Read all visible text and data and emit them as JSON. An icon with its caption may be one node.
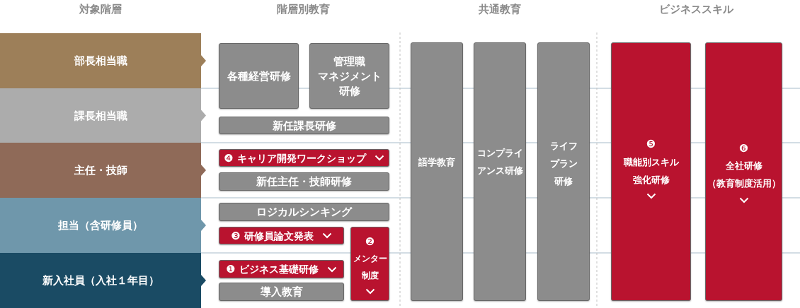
{
  "diagram": {
    "nodes": [
      {
        "text": [
          "部長相当職"
        ]
      },
      {
        "text": [
          "課長相当職"
        ]
      },
      {
        "text": [
          "主任・技師"
        ]
      },
      {
        "text": [
          "担当（含研修員）"
        ]
      },
      {
        "text": [
          "新入社員（入社１年目）"
        ]
      },
      {
        "text": [
          "各種経営研修"
        ]
      },
      {
        "text": [
          "管理職マネジメント研修"
        ]
      },
      {
        "text": [
          "新任課長研修"
        ]
      },
      {
        "text": [
          "❹",
          "キャリア開発ワークショップ"
        ]
      },
      {
        "text": [
          "新任主任・技師研修"
        ]
      },
      {
        "text": [
          "ロジカルシンキング"
        ]
      },
      {
        "text": [
          "❸",
          "研修員論文発表"
        ]
      },
      {
        "text": [
          "❷",
          "メンター制度"
        ]
      },
      {
        "text": [
          "❶",
          "ビジネス基礎研修"
        ]
      },
      {
        "text": [
          "導入教育"
        ]
      },
      {
        "text": [
          "語学教育"
        ]
      },
      {
        "text": [
          "コンプライアンス研修"
        ]
      },
      {
        "text": [
          "ライフプラン研修"
        ]
      },
      {
        "text": [
          "❺",
          "職能別スキル強化研修"
        ]
      },
      {
        "text": [
          "❻",
          "全社研修",
          "（教育制度活用）"
        ]
      }
    ],
    "labels": [
      "対象階層",
      "階層別教育",
      "共通教育",
      "ビジネススキル"
    ]
  }
}
